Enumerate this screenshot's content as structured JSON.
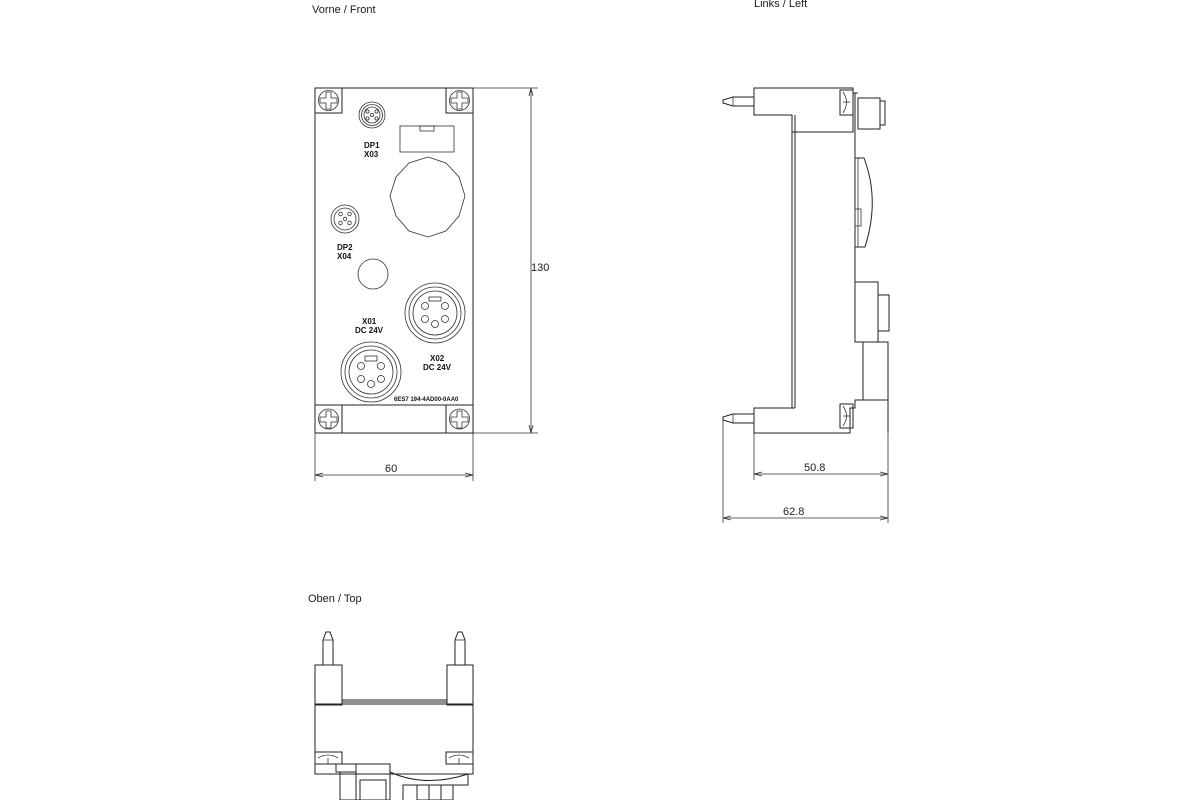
{
  "views": {
    "front": {
      "title": "Vorne / Front"
    },
    "left": {
      "title": "Links / Left"
    },
    "top": {
      "title": "Oben / Top"
    }
  },
  "front": {
    "connectors": {
      "dp1": {
        "line1": "DP1",
        "line2": "X03"
      },
      "dp2": {
        "line1": "DP2",
        "line2": "X04"
      },
      "x01": {
        "line1": "X01",
        "line2": "DC 24V"
      },
      "x02": {
        "line1": "X02",
        "line2": "DC 24V"
      }
    },
    "part_number": "6ES7 194-4AD00-0AA0",
    "dimensions": {
      "height": "130",
      "width": "60"
    }
  },
  "left": {
    "dimensions": {
      "inner_depth": "50.8",
      "total_depth": "62.8"
    }
  },
  "colors": {
    "line": "#222222",
    "background": "#ffffff"
  }
}
